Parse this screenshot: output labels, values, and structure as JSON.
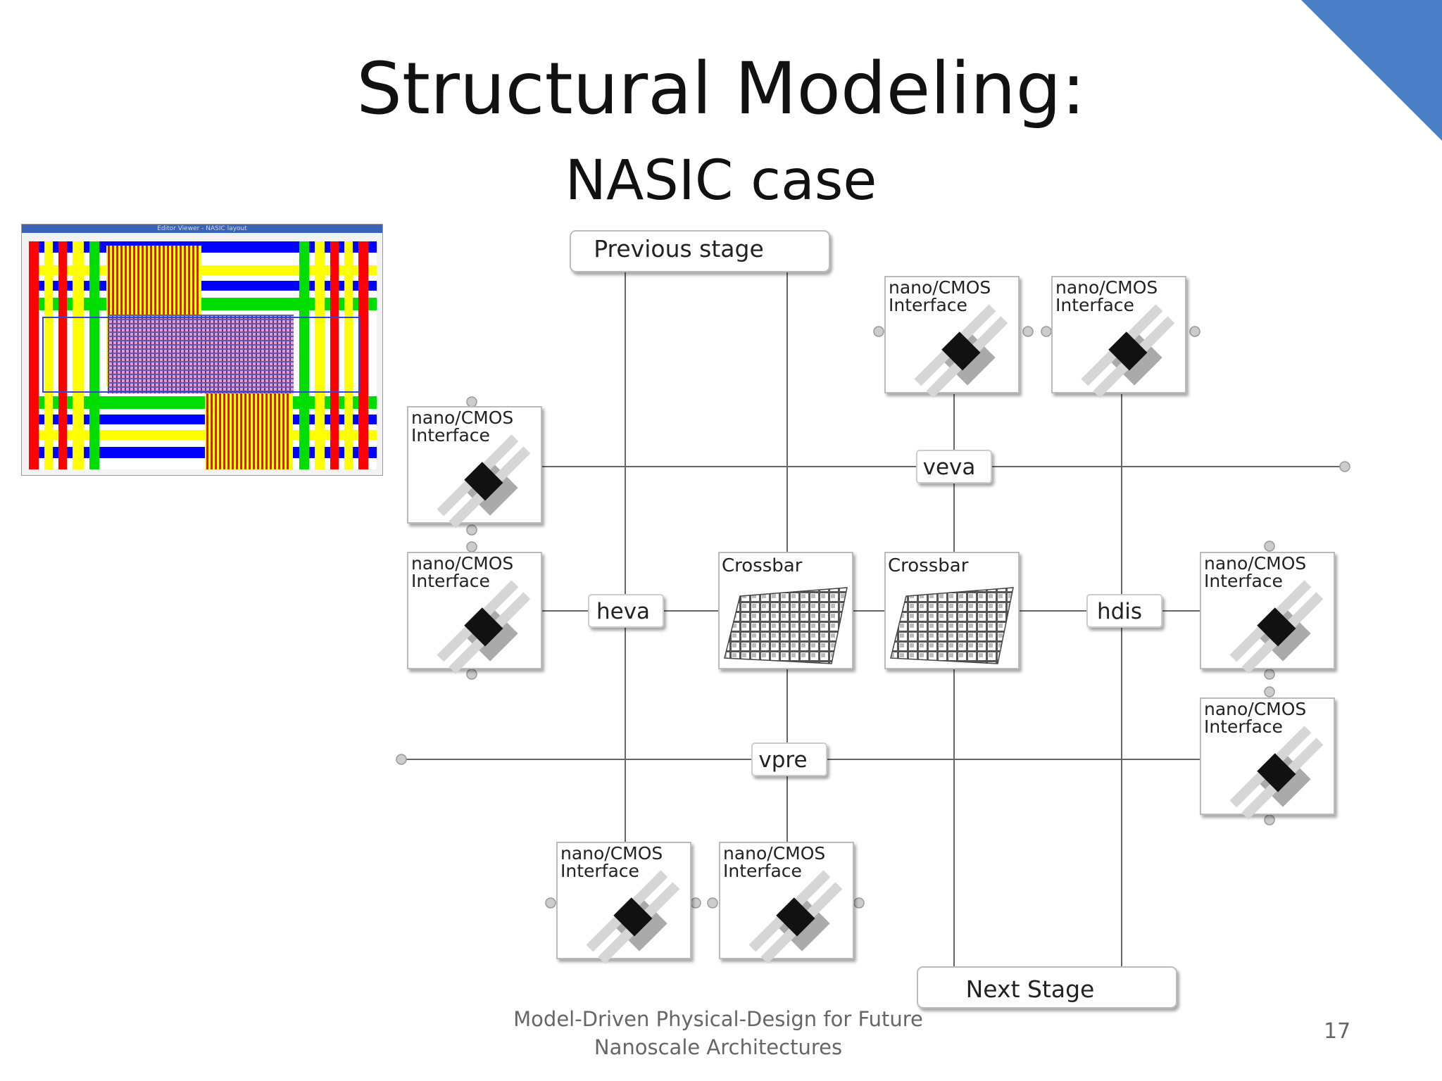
{
  "slide": {
    "title": "Structural Modeling:",
    "subtitle": "NASIC case",
    "footer_line1": "Model-Driven Physical-Design for Future",
    "footer_line2": "Nanoscale Architectures",
    "page_number": "17",
    "accent_color": "#4a7fc8"
  },
  "thumbnail": {
    "window_title": "Editor Viewer - NASIC layout",
    "palette": [
      "#ff0000",
      "#0000ff",
      "#ffff00",
      "#00dd00"
    ]
  },
  "diagram": {
    "previous_stage": "Previous stage",
    "next_stage": "Next Stage",
    "interface_line1": "nano/CMOS",
    "interface_line2": "Interface",
    "crossbar": "Crossbar",
    "veva": "veva",
    "heva": "heva",
    "hdis": "hdis",
    "vpre": "vpre"
  }
}
